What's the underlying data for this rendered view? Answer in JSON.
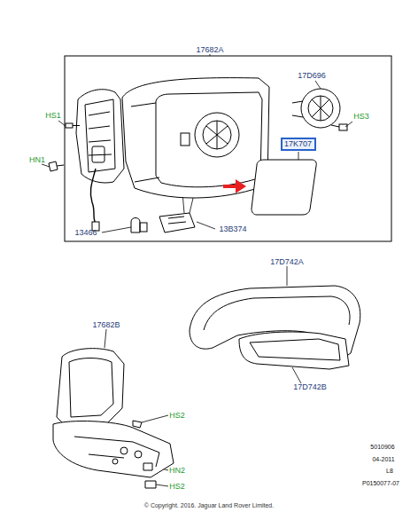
{
  "diagram": {
    "nodes": [
      {
        "text": [
          "17K707"
        ]
      }
    ],
    "labels": [
      "17682A",
      "17D696",
      "HS1",
      "HN1",
      "HS3",
      "13466",
      "13B374",
      "17D742A",
      "17D742B",
      "17682B",
      "HS2",
      "HN2",
      "HS2",
      "5010906",
      "04-2011",
      "L8",
      "P0150077-07",
      "© Copyright. 2016. Jaguar Land Rover Limited."
    ]
  }
}
